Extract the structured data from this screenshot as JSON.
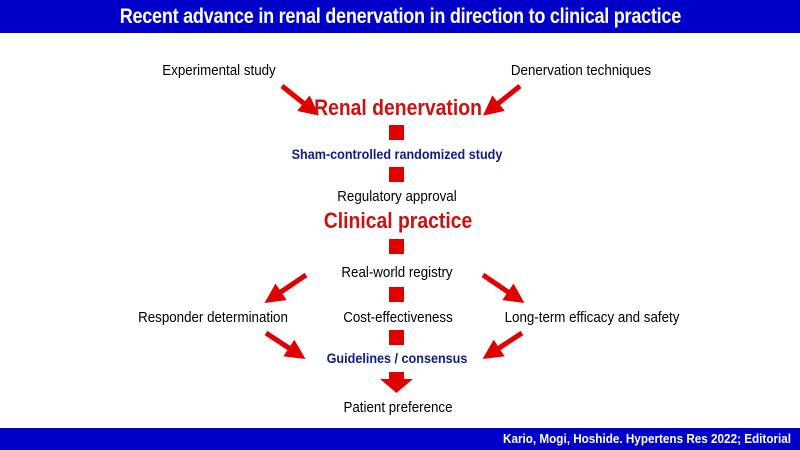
{
  "title": "Recent advance in renal denervation in direction to clinical practice",
  "citation": "Kario, Mogi, Hoshide.  Hypertens Res 2022; Editorial",
  "nodes": {
    "experimental_study": "Experimental study",
    "denervation_techniques": "Denervation techniques",
    "renal_denervation": "Renal denervation",
    "sham_controlled": "Sham-controlled randomized study",
    "regulatory_approval": "Regulatory approval",
    "clinical_practice": "Clinical practice",
    "real_world_registry": "Real-world registry",
    "responder_determination": "Responder determination",
    "cost_effectiveness": "Cost-effectiveness",
    "long_term": "Long-term efficacy and safety",
    "guidelines": "Guidelines / consensus",
    "patient_preference": "Patient preference"
  },
  "colors": {
    "banner": "#0000c8",
    "arrow": "#e00000",
    "emphasis_red": "#cc1111",
    "emphasis_blue": "#101a8c"
  }
}
